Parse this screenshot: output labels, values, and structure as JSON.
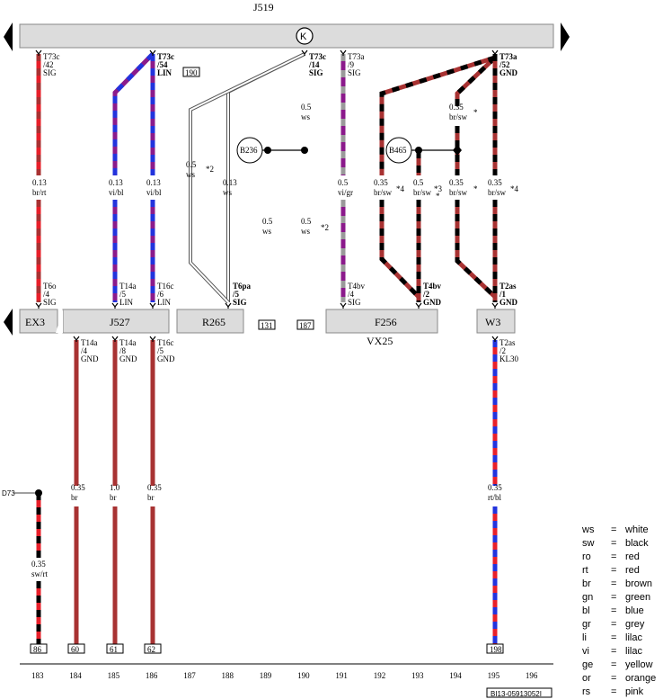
{
  "title": "J519",
  "top_bar_symbol": "K",
  "components": {
    "ex3": "EX3",
    "j527": "J527",
    "r265": "R265",
    "f256": "F256",
    "w3": "W3",
    "vx25": "VX25",
    "b236": "B236",
    "b465": "B465",
    "d73": "D73"
  },
  "ref_boxes": {
    "r190": "190",
    "r131": "131",
    "r187": "187"
  },
  "top_pins": [
    {
      "id": "t73c-42",
      "lines": [
        "T73c",
        "/42",
        "SIG"
      ],
      "bold": false
    },
    {
      "id": "t73c-54",
      "lines": [
        "T73c",
        "/54",
        "LIN"
      ],
      "bold": true
    },
    {
      "id": "t73c-14",
      "lines": [
        "T73c",
        "/14",
        "SIG"
      ],
      "bold": true
    },
    {
      "id": "t73a-9",
      "lines": [
        "T73a",
        "/9",
        "SIG"
      ],
      "bold": false
    },
    {
      "id": "t73a-52",
      "lines": [
        "T73a",
        "/52",
        "GND"
      ],
      "bold": true
    }
  ],
  "mid_pins": [
    {
      "id": "t6o-4",
      "lines": [
        "T6o",
        "/4",
        "SIG"
      ],
      "bold": false
    },
    {
      "id": "t14a-5",
      "lines": [
        "T14a",
        "/5",
        "LIN"
      ],
      "bold": false
    },
    {
      "id": "t16c-6",
      "lines": [
        "T16c",
        "/6",
        "LIN"
      ],
      "bold": false
    },
    {
      "id": "t6pa-5",
      "lines": [
        "T6pa",
        "/5",
        "SIG"
      ],
      "bold": true
    },
    {
      "id": "t4bv-4",
      "lines": [
        "T4bv",
        "/4",
        "SIG"
      ],
      "bold": false
    },
    {
      "id": "t4bv-2",
      "lines": [
        "T4bv",
        "/2",
        "GND"
      ],
      "bold": true
    },
    {
      "id": "t2as-1",
      "lines": [
        "T2as",
        "/1",
        "GND"
      ],
      "bold": true
    }
  ],
  "bottom_pins": [
    {
      "id": "t14a-4",
      "lines": [
        "T14a",
        "/4",
        "GND"
      ]
    },
    {
      "id": "t14a-8",
      "lines": [
        "T14a",
        "/8",
        "GND"
      ]
    },
    {
      "id": "t16c-5",
      "lines": [
        "T16c",
        "/5",
        "GND"
      ]
    },
    {
      "id": "t2as-2",
      "lines": [
        "T2as",
        "/2",
        "KL30"
      ]
    }
  ],
  "wire_labels": [
    {
      "id": "w183",
      "size": "0.13",
      "color": "br/rt"
    },
    {
      "id": "w185",
      "size": "0.13",
      "color": "vi/bl"
    },
    {
      "id": "w186",
      "size": "0.13",
      "color": "vi/bl"
    },
    {
      "id": "w187",
      "size": "0.5",
      "color": "ws"
    },
    {
      "id": "w188",
      "size": "0.13",
      "color": "ws"
    },
    {
      "id": "w189",
      "size": "0.5",
      "color": "ws"
    },
    {
      "id": "w190a",
      "size": "0.5",
      "color": "ws"
    },
    {
      "id": "w190b",
      "size": "0.5",
      "color": "ws"
    },
    {
      "id": "w191",
      "size": "0.5",
      "color": "vi/gr"
    },
    {
      "id": "w192",
      "size": "0.35",
      "color": "br/sw"
    },
    {
      "id": "w193",
      "size": "0.5",
      "color": "br/sw"
    },
    {
      "id": "w194a",
      "size": "0.35",
      "color": "br/sw"
    },
    {
      "id": "w194b",
      "size": "0.35",
      "color": "br/sw"
    },
    {
      "id": "w195",
      "size": "0.35",
      "color": "br/sw"
    },
    {
      "id": "wb183",
      "size": "0.35",
      "color": "sw/rt"
    },
    {
      "id": "wb184",
      "size": "0.35",
      "color": "br"
    },
    {
      "id": "wb185",
      "size": "1.0",
      "color": "br"
    },
    {
      "id": "wb186",
      "size": "0.35",
      "color": "br"
    },
    {
      "id": "wb195",
      "size": "0.35",
      "color": "rt/bl"
    }
  ],
  "footnotes": {
    "n2a": "*2",
    "n2b": "*2",
    "n3": "*3",
    "n4a": "*4",
    "n4b": "*4",
    "star1": "*",
    "star2": "*",
    "star3": "*"
  },
  "bottom_boxes": [
    "86",
    "60",
    "61",
    "62",
    "198"
  ],
  "column_numbers": [
    "183",
    "184",
    "185",
    "186",
    "187",
    "188",
    "189",
    "190",
    "191",
    "192",
    "193",
    "194",
    "195",
    "196"
  ],
  "footer_code": "BI13-05913052I",
  "legend": [
    {
      "code": "ws",
      "name": "white"
    },
    {
      "code": "sw",
      "name": "black"
    },
    {
      "code": "ro",
      "name": "red"
    },
    {
      "code": "rt",
      "name": "red"
    },
    {
      "code": "br",
      "name": "brown"
    },
    {
      "code": "gn",
      "name": "green"
    },
    {
      "code": "bl",
      "name": "blue"
    },
    {
      "code": "gr",
      "name": "grey"
    },
    {
      "code": "li",
      "name": "lilac"
    },
    {
      "code": "vi",
      "name": "lilac"
    },
    {
      "code": "ge",
      "name": "yellow"
    },
    {
      "code": "or",
      "name": "orange"
    },
    {
      "code": "rs",
      "name": "pink"
    }
  ],
  "legend_equals": "=",
  "colors": {
    "brown": "#a83232",
    "red": "#e8202a",
    "black": "#000000",
    "blue": "#2233dd",
    "violet": "#8b1a8b",
    "grey": "#9a9a9a",
    "bar_fill": "#dcdcdc"
  }
}
